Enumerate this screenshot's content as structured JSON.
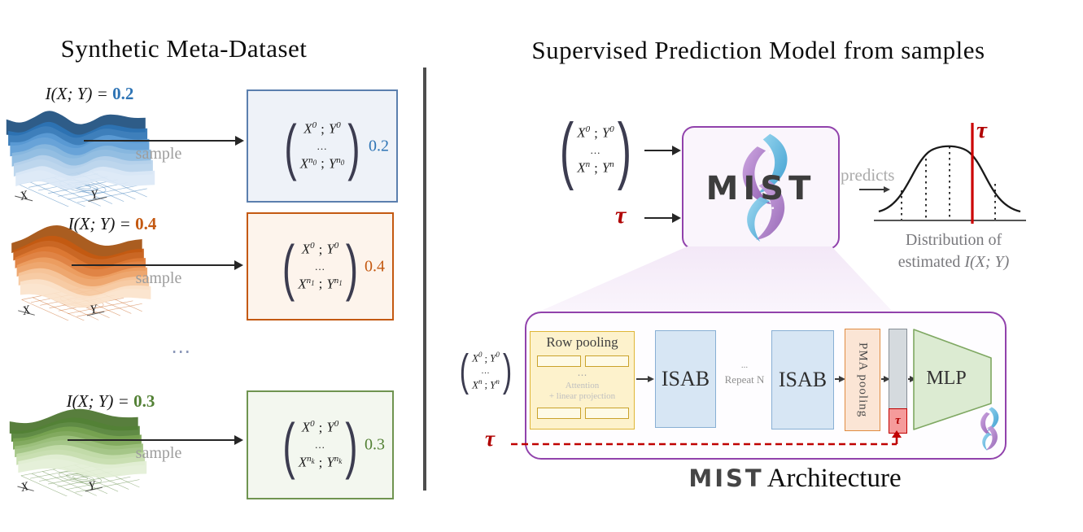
{
  "left": {
    "title": "Synthetic Meta-Dataset",
    "sample_label": "sample",
    "dots_separator": "⋯",
    "axis_x": "X",
    "axis_y": "Y",
    "rows": [
      {
        "formula": "I(X; Y) =",
        "value": "0.2",
        "matrix": {
          "x": "X",
          "xsup": "0",
          "sep": ";",
          "y": "Y",
          "ysup": "0",
          "dots": "...",
          "nbase": "n",
          "nidx": "0"
        }
      },
      {
        "formula": "I(X; Y) =",
        "value": "0.4",
        "matrix": {
          "x": "X",
          "xsup": "0",
          "sep": ";",
          "y": "Y",
          "ysup": "0",
          "dots": "...",
          "nbase": "n",
          "nidx": "1"
        }
      },
      {
        "formula": "I(X; Y) =",
        "value": "0.3",
        "matrix": {
          "x": "X",
          "xsup": "0",
          "sep": ";",
          "y": "Y",
          "ysup": "0",
          "dots": "...",
          "nbase": "n",
          "nidx": "k"
        }
      }
    ]
  },
  "right": {
    "title": "Supervised Prediction Model from samples",
    "input_matrix": {
      "x": "X",
      "xsup": "0",
      "sep": ";",
      "y": "Y",
      "ysup": "0",
      "dots": "...",
      "nsup": "n"
    },
    "tau": "τ",
    "model_name": "MIST",
    "predicts_label": "predicts",
    "dist_tau": "τ",
    "dist_caption_line1": "Distribution of",
    "dist_caption_prefix": "estimated",
    "dist_caption_math": "I(X; Y)"
  },
  "architecture": {
    "input_matrix": {
      "x": "X",
      "xsup": "0",
      "sep": ";",
      "y": "Y",
      "ysup": "0",
      "dots": "...",
      "nsup": "n"
    },
    "tau": "τ",
    "row_pooling": {
      "title": "Row pooling",
      "dots": "⋯",
      "note_line1": "Attention",
      "note_line2": "+ linear projection"
    },
    "isab1": "ISAB",
    "repeat_dots": "...",
    "repeat_label": "Repeat N",
    "isab2": "ISAB",
    "pma": "PMA pooling",
    "tau_cell": "τ",
    "mlp": "MLP",
    "caption_model": "MIST",
    "caption_rest": "Architecture"
  },
  "colors": {
    "blue_accent": "#2e74b5",
    "blue_border": "#5b7fae",
    "blue_bg": "#eef2f8",
    "orange_accent": "#c45911",
    "orange_border": "#c45911",
    "orange_bg": "#fdf4ec",
    "green_accent": "#538135",
    "green_border": "#6f9450",
    "green_bg": "#f3f7ef",
    "purple_border": "#9142ac",
    "mist_bg": "#faf5fc",
    "tau_red": "#b00000",
    "dash_red": "#c00000",
    "isab_bg": "#d7e6f4",
    "isab_border": "#88afd4",
    "rowpool_bg": "#fdf2cc",
    "rowpool_border": "#dfb637",
    "pma_bg": "#fbe5d5",
    "pma_border": "#e08c42",
    "bar_bg": "#d5dade",
    "bar_border": "#868e96",
    "taucell_bg": "#f59b9b",
    "mlp_bg": "#dcebd2",
    "mlp_border": "#7fa862"
  },
  "surface_palettes": {
    "blue": [
      "#1c4e7e",
      "#2e74b5",
      "#5b9bd5",
      "#8ab9e0",
      "#b7d3ec",
      "#dbe8f6"
    ],
    "orange": [
      "#a34f0d",
      "#c55a11",
      "#dd7a35",
      "#eda063",
      "#f6c79c",
      "#fbe3cb"
    ],
    "green": [
      "#4a732c",
      "#538135",
      "#77a351",
      "#9dc17e",
      "#c4dcab",
      "#e3efd6"
    ]
  }
}
